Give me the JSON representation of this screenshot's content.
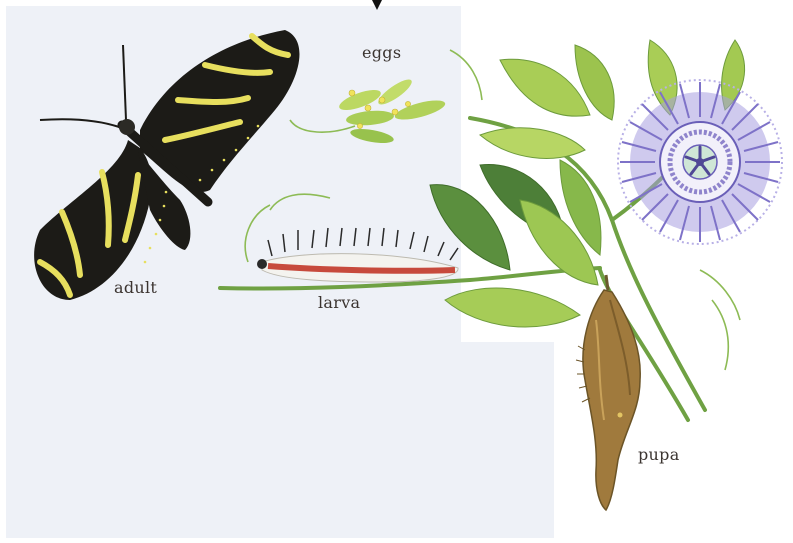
{
  "labels": {
    "eggs": "eggs",
    "adult": "adult",
    "larva": "larva",
    "pupa": "pupa"
  },
  "colors": {
    "panel_bg": "#eef1f7",
    "wing_black": "#1c1b17",
    "wing_stripe": "#e7df5e",
    "leaf_light": "#a9cd56",
    "leaf_dark": "#5b8f3e",
    "flower_purple": "#8f84cc",
    "pupa_brown": "#a07a3d"
  }
}
